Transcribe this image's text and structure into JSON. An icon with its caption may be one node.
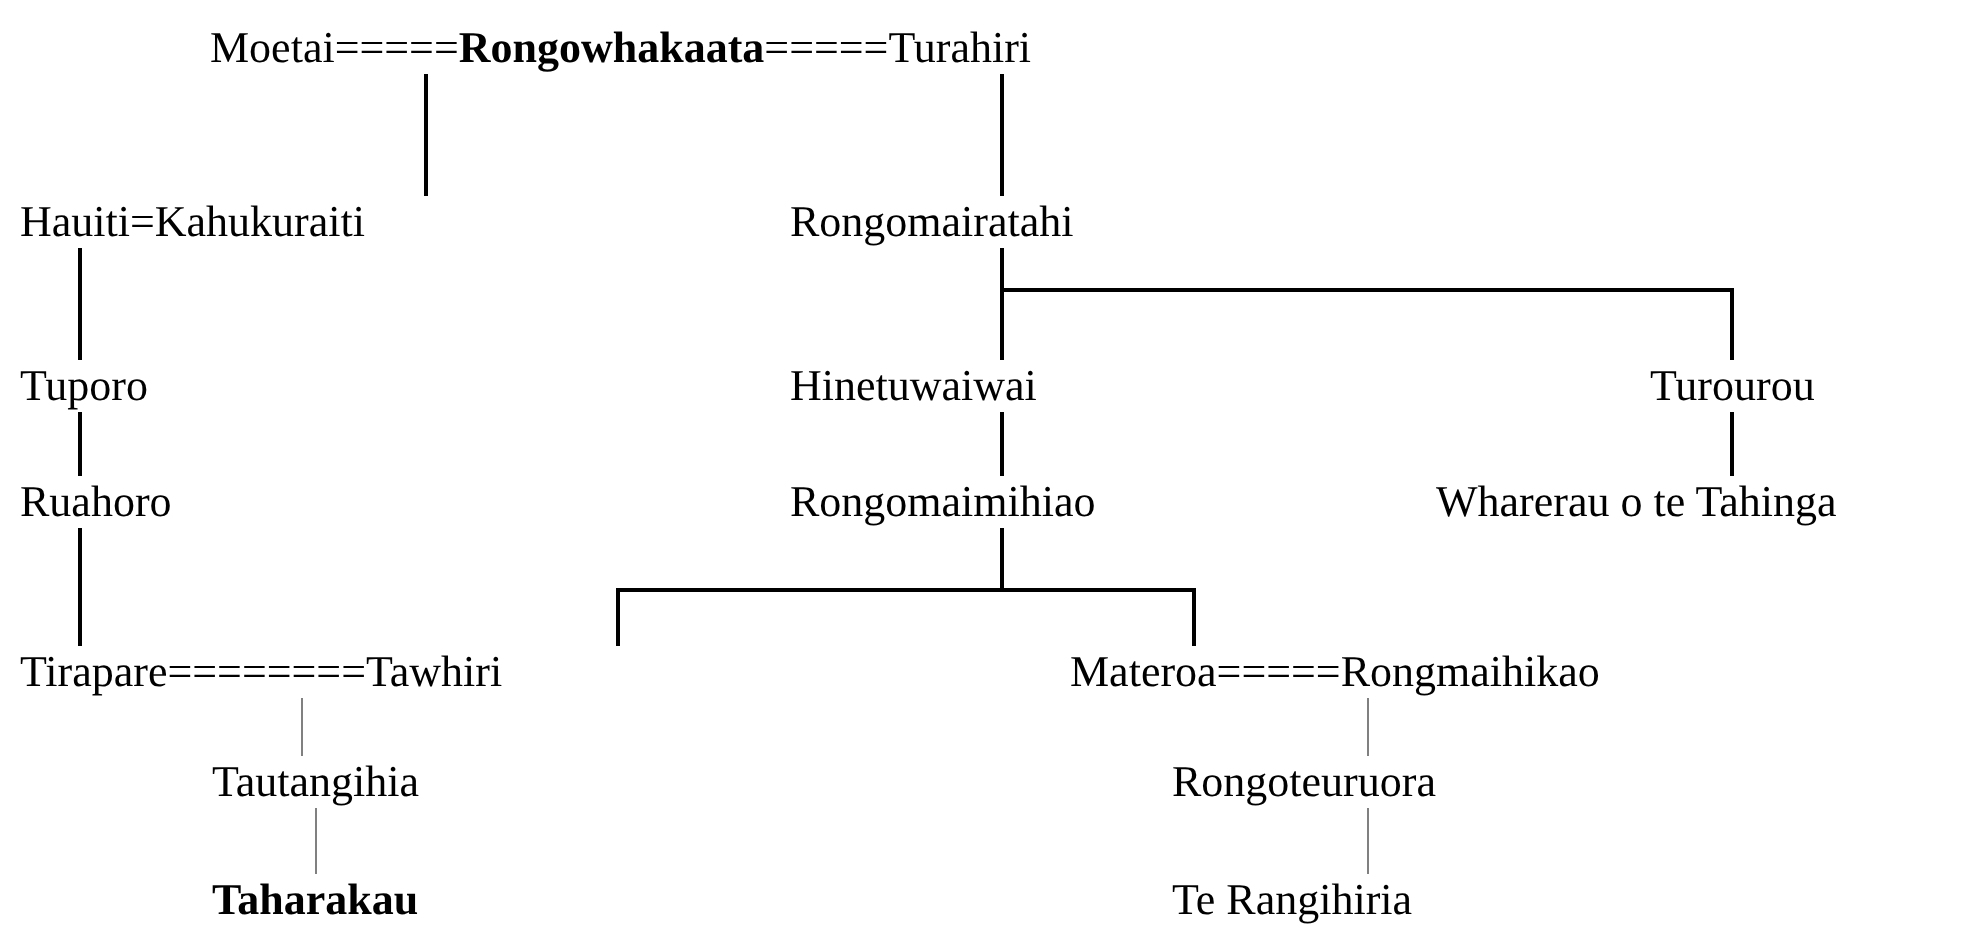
{
  "diagram": {
    "nodes": [
      {
        "text": [
          "Moetai=====**Rongowhakaata**=====Turahiri"
        ]
      },
      {
        "text": [
          "Hauiti=Kahukuraiti"
        ]
      },
      {
        "text": [
          "Rongomairatahi"
        ]
      },
      {
        "text": [
          "Tuporo"
        ]
      },
      {
        "text": [
          "Hinetuwaiwai"
        ]
      },
      {
        "text": [
          "Turourou"
        ]
      },
      {
        "text": [
          "Ruahoro"
        ]
      },
      {
        "text": [
          "Rongomaimihiao"
        ]
      },
      {
        "text": [
          "Wharerau o te Tahinga"
        ]
      },
      {
        "text": [
          "Tirapare========Tawhiri"
        ]
      },
      {
        "text": [
          "Materoa=====Rongmaihikao"
        ]
      },
      {
        "text": [
          "Tautangihia"
        ]
      },
      {
        "text": [
          "Rongoteuruora"
        ]
      },
      {
        "text": [
          "Taharakau"
        ]
      },
      {
        "text": [
          "Te Rangihiria"
        ]
      }
    ],
    "edges": [
      {
        "from": 0,
        "to": 1,
        "arrow": "none"
      },
      {
        "from": 0,
        "to": 2,
        "arrow": "none"
      },
      {
        "from": 2,
        "to": 4,
        "arrow": "none"
      },
      {
        "from": 2,
        "to": 5,
        "arrow": "none"
      },
      {
        "from": 1,
        "to": 3,
        "arrow": "none"
      },
      {
        "from": 3,
        "to": 6,
        "arrow": "none"
      },
      {
        "from": 6,
        "to": 9,
        "arrow": "none"
      },
      {
        "from": 4,
        "to": 7,
        "arrow": "none"
      },
      {
        "from": 5,
        "to": 8,
        "arrow": "none"
      },
      {
        "from": 7,
        "to": 9,
        "arrow": "none"
      },
      {
        "from": 7,
        "to": 10,
        "arrow": "none"
      },
      {
        "from": 9,
        "to": 11,
        "arrow": "none",
        "color": "#808080"
      },
      {
        "from": 11,
        "to": 13,
        "arrow": "none",
        "color": "#808080"
      },
      {
        "from": 10,
        "to": 12,
        "arrow": "none",
        "color": "#808080"
      },
      {
        "from": 12,
        "to": 14,
        "arrow": "none",
        "color": "#808080"
      }
    ]
  }
}
